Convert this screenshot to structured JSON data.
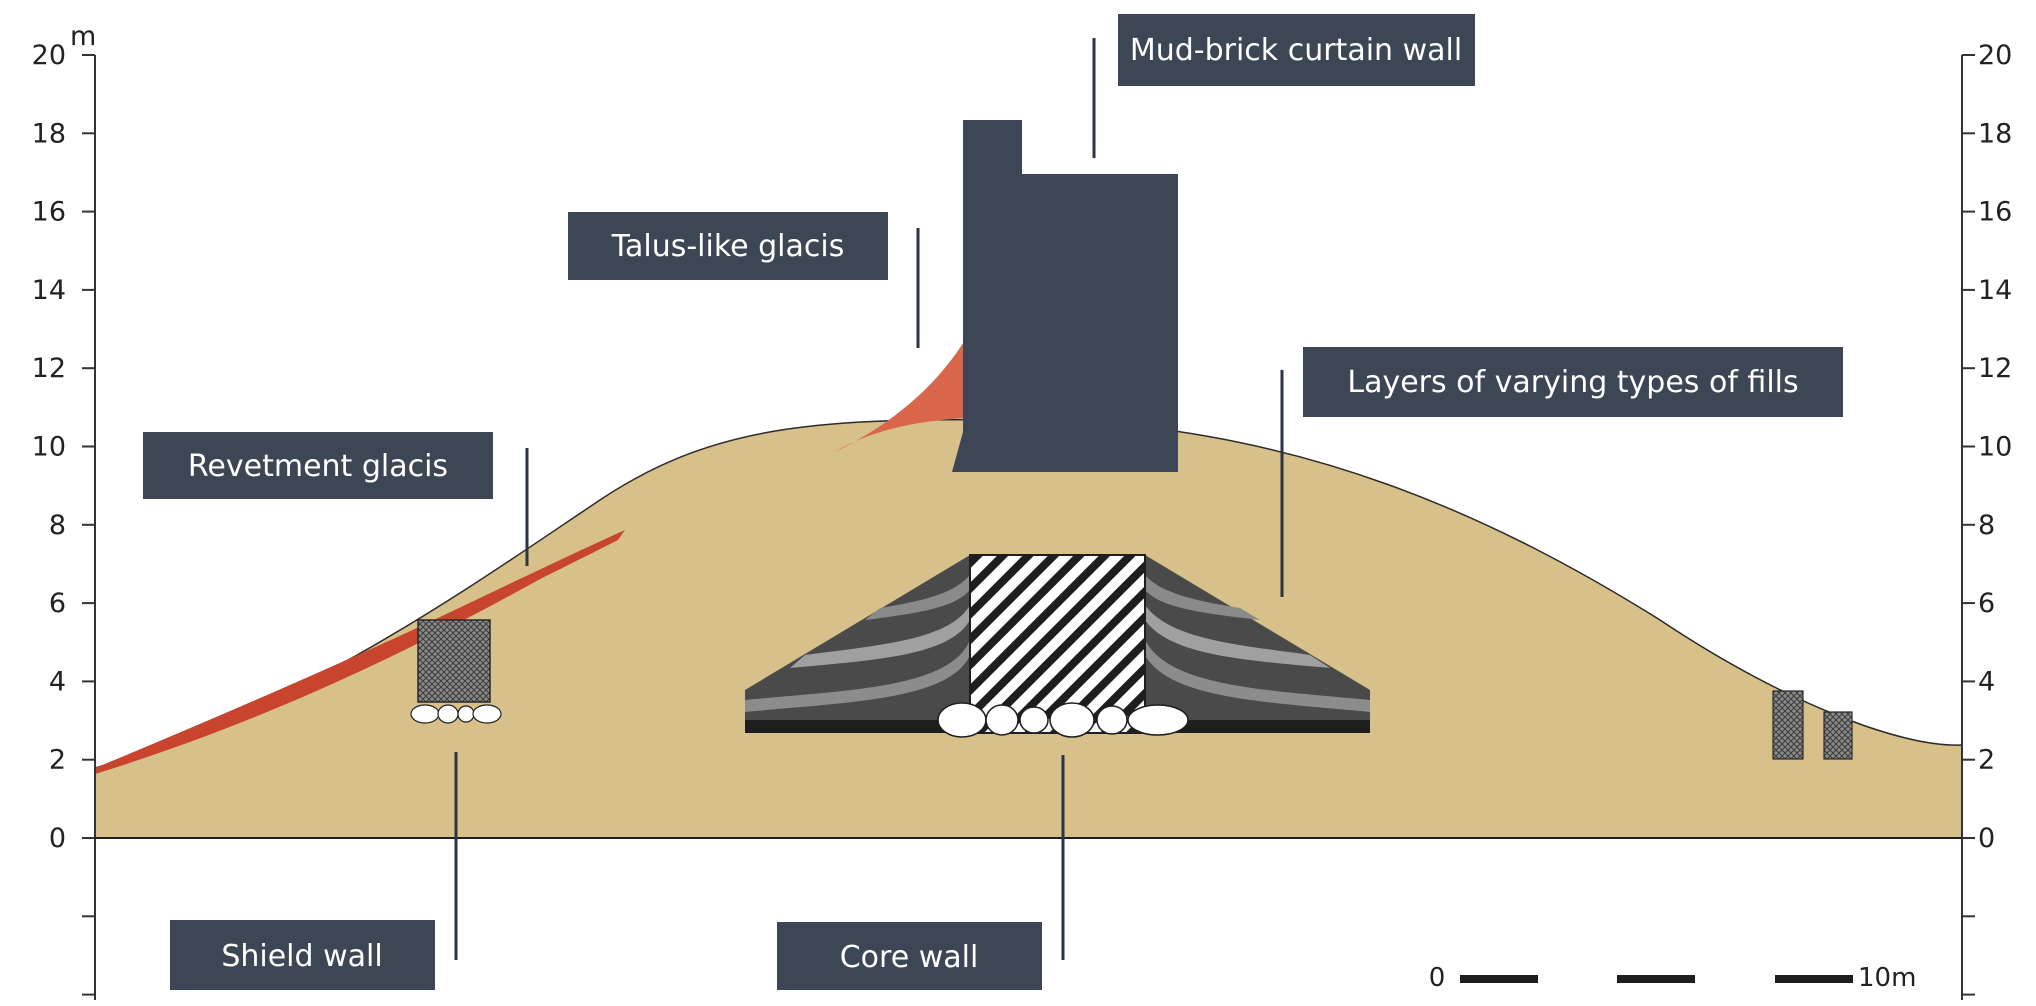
{
  "axis": {
    "unit": "m",
    "left_ticks": [
      "20",
      "18",
      "16",
      "14",
      "12",
      "10",
      "8",
      "6",
      "4",
      "2",
      "0"
    ],
    "right_ticks": [
      "20",
      "18",
      "16",
      "14",
      "12",
      "10",
      "8",
      "6",
      "4",
      "2",
      "0"
    ]
  },
  "labels": {
    "curtain_wall": "Mud-brick curtain wall",
    "talus": "Talus-like glacis",
    "fills": "Layers of varying types of fills",
    "revetment": "Revetment glacis",
    "shield_wall": "Shield wall",
    "core_wall": "Core wall"
  },
  "scale_bar": {
    "start": "0",
    "end": "10m"
  },
  "colors": {
    "mound": "#d8c08a",
    "revetment_glacis": "#c8442c",
    "talus_glacis": "#d9654a",
    "wall": "#3c4655",
    "label_box": "#3c4655",
    "label_text": "#ffffff"
  }
}
